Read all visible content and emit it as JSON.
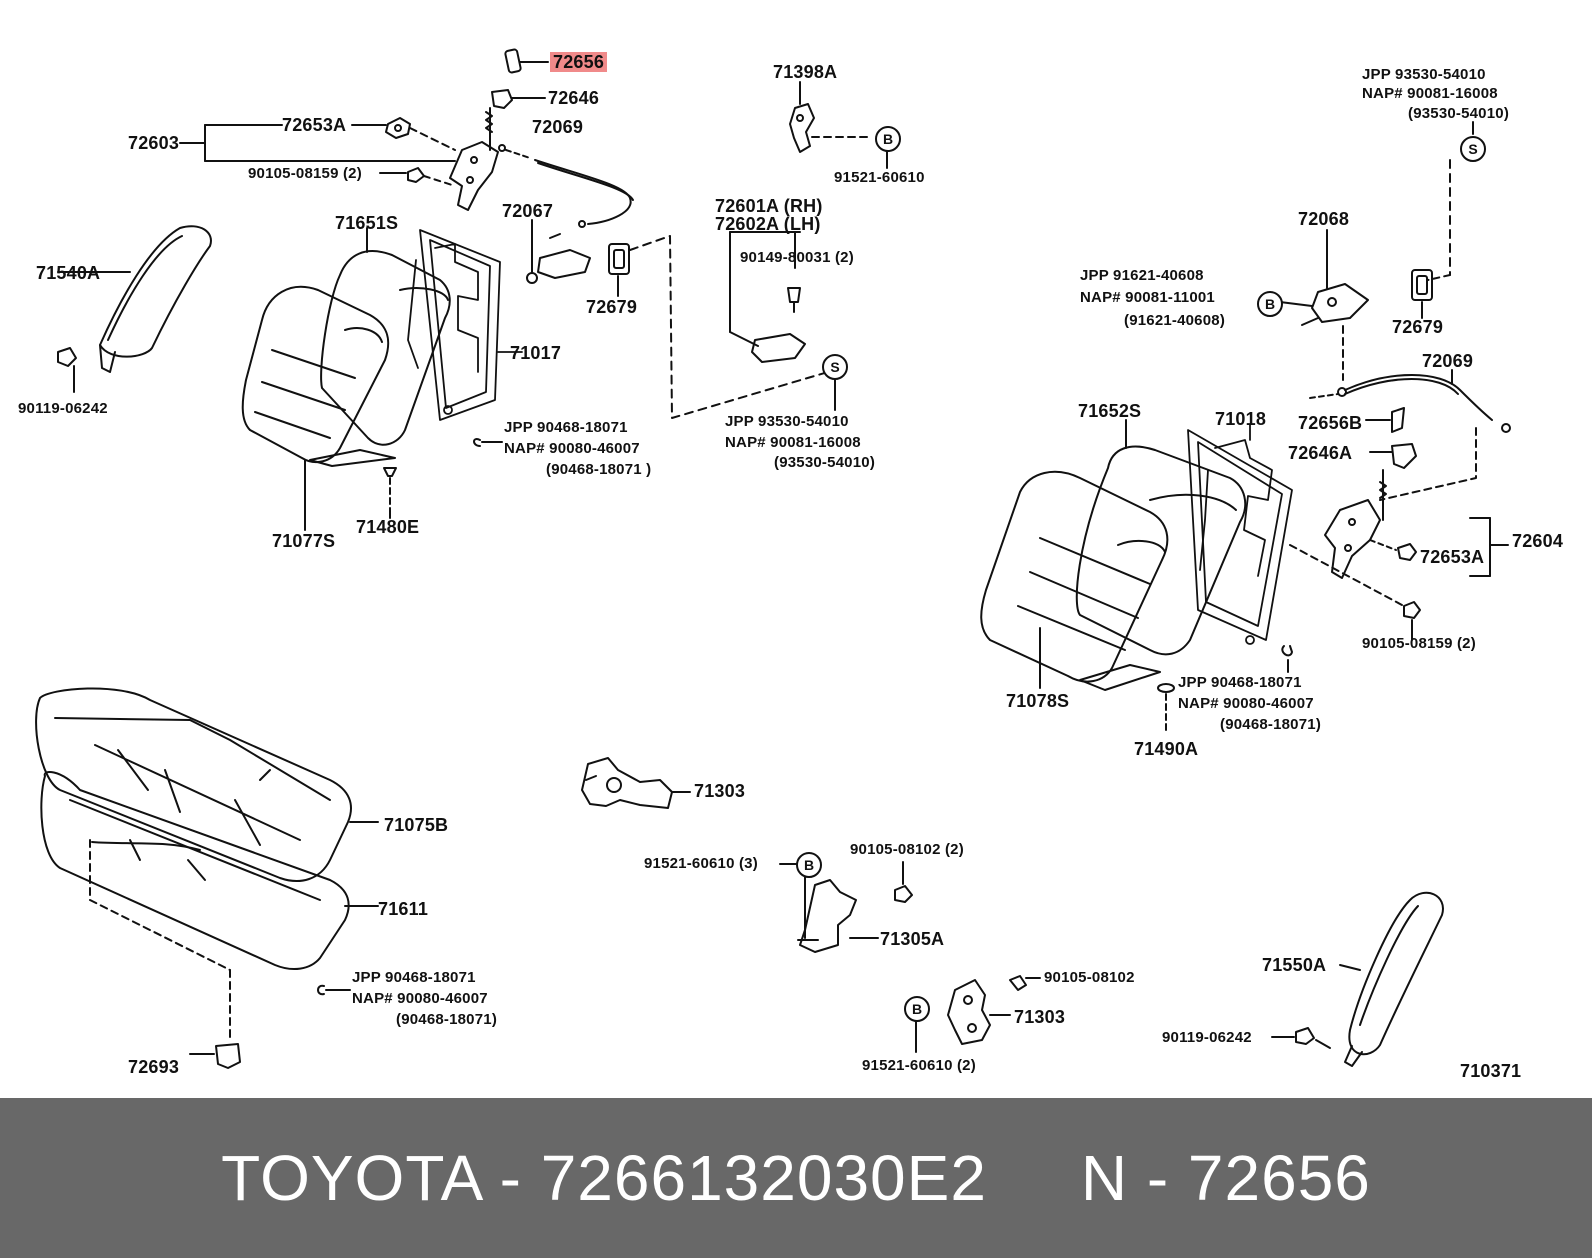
{
  "diagram": {
    "labels": {
      "p72656": "72656",
      "p72646": "72646",
      "p72653A_left": "72653A",
      "p72603": "72603",
      "p72069_left": "72069",
      "p90105_08159_left": "90105-08159 (2)",
      "p72067": "72067",
      "p71398A": "71398A",
      "p91521_60610_top": "91521-60610",
      "p72601A": "72601A (RH)",
      "p72602A": "72602A (LH)",
      "p90149_80031": "90149-80031 (2)",
      "p72679_left": "72679",
      "p71651S": "71651S",
      "p71540A": "71540A",
      "p90119_06242_left": "90119-06242",
      "p71017": "71017",
      "p71077S": "71077S",
      "p71480E": "71480E",
      "jpp_clip_left": "JPP   90468-18071",
      "nap_clip_left": "NAP# 90080-46007",
      "alt_clip_left": "(90468-18071 )",
      "jpp_s_mid": "JPP      93530-54010",
      "nap_s_mid": "NAP# 90081-16008",
      "alt_s_mid": "(93530-54010)",
      "jpp_s_right": "JPP     93530-54010",
      "nap_s_right": "NAP# 90081-16008",
      "alt_s_right": "(93530-54010)",
      "p72068": "72068",
      "jpp_b_right": "JPP    91621-40608",
      "nap_b_right": "NAP# 90081-11001",
      "alt_b_right": "(91621-40608)",
      "p72679_right": "72679",
      "p72069_right": "72069",
      "p71652S": "71652S",
      "p71018": "71018",
      "p72656B": "72656B",
      "p72646A": "72646A",
      "p72604": "72604",
      "p72653A_right": "72653A",
      "p90105_08159_right": "90105-08159 (2)",
      "jpp_clip_right": "JPP     90468-18071",
      "nap_clip_right": "NAP# 90080-46007",
      "alt_clip_right": "(90468-18071)",
      "p71078S": "71078S",
      "p71490A": "71490A",
      "p71303_top": "71303",
      "p71075B": "71075B",
      "p71611": "71611",
      "p91521_60610_3": "91521-60610 (3)",
      "p90105_08102_2": "90105-08102 (2)",
      "p71305A": "71305A",
      "jpp_clip_bottom": "JPP     90468-18071",
      "nap_clip_bottom": "NAP# 90080-46007",
      "alt_clip_bottom": "(90468-18071)",
      "p90105_08102": "90105-08102",
      "p71303_bottom": "71303",
      "p72693": "72693",
      "p91521_60610_2": "91521-60610 (2)",
      "p71550A": "71550A",
      "p90119_06242_right": "90119-06242",
      "p710371": "710371"
    },
    "circle_marks": {
      "b": "B",
      "s": "S"
    }
  },
  "footer": {
    "text": "TOYOTA - 7266132030E2     N - 72656"
  },
  "colors": {
    "highlight": "#f08a8a",
    "footer_bg": "#686868",
    "footer_text": "#ffffff"
  }
}
